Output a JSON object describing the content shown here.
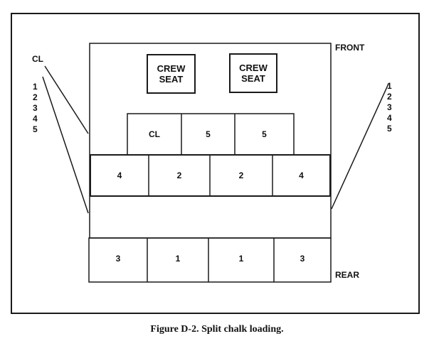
{
  "diagram": {
    "labels": {
      "front": "FRONT",
      "rear": "REAR",
      "left_cl": "CL"
    },
    "crew_seats": [
      {
        "line1": "CREW",
        "line2": "SEAT"
      },
      {
        "line1": "CREW",
        "line2": "SEAT"
      }
    ],
    "row_top": [
      "CL",
      "5",
      "5"
    ],
    "row_middle": [
      "4",
      "2",
      "2",
      "4"
    ],
    "row_bottom": [
      "3",
      "1",
      "1",
      "3"
    ],
    "left_list": [
      "1",
      "2",
      "3",
      "4",
      "5"
    ],
    "right_list": [
      "1",
      "2",
      "3",
      "4",
      "5"
    ]
  },
  "caption": "Figure D-2. Split chalk loading."
}
